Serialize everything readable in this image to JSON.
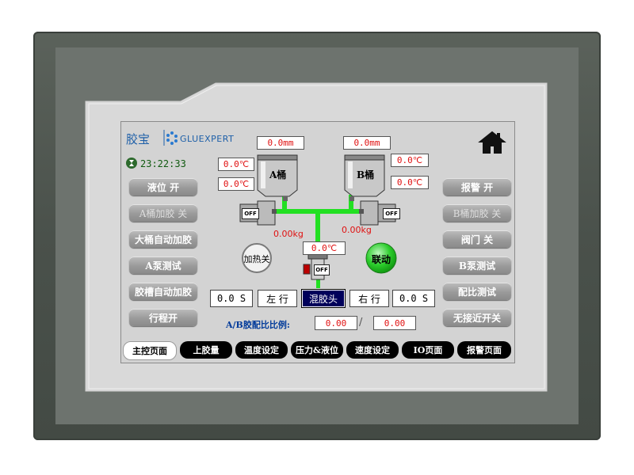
{
  "brand": {
    "name": "胶宝",
    "sub": "GLUEXPERT"
  },
  "clock": "23:22:33",
  "left_buttons": [
    {
      "label": "液位 开",
      "dim": false
    },
    {
      "label": "A桶加胶 关",
      "dim": true
    },
    {
      "label": "大桶自动加胶",
      "dim": false
    },
    {
      "label": "A泵测试",
      "dim": false
    },
    {
      "label": "胶槽自动加胶",
      "dim": false
    },
    {
      "label": "行程开",
      "dim": false
    }
  ],
  "right_buttons": [
    {
      "label": "报警 开",
      "dim": false
    },
    {
      "label": "B桶加胶 关",
      "dim": true
    },
    {
      "label": "阀门 关",
      "dim": false
    },
    {
      "label": "B泵测试",
      "dim": false
    },
    {
      "label": "配比测试",
      "dim": false
    },
    {
      "label": "无接近开关",
      "dim": false
    }
  ],
  "tank_a": {
    "label": "A桶",
    "level": "0.0mm",
    "temp1": "0.0℃",
    "temp2": "0.0℃",
    "weight": "0.00kg"
  },
  "tank_b": {
    "label": "B桶",
    "level": "0.0mm",
    "temp1": "0.0℃",
    "temp2": "0.0℃",
    "weight": "0.00kg"
  },
  "mixer": {
    "temp": "0.0℃",
    "off": "OFF"
  },
  "pump_off": "OFF",
  "heat_button": "加热关",
  "link_button": "联动",
  "left_time": "0.0 S",
  "left_move": "左 行",
  "mix_head": "混胶头",
  "right_move": "右 行",
  "right_time": "0.0 S",
  "ratio": {
    "label": "A/B胶配比比例:",
    "a": "0.00",
    "sep": "/",
    "b": "0.00"
  },
  "tabs": [
    {
      "label": "主控页面",
      "active": true
    },
    {
      "label": "上胶量",
      "active": false
    },
    {
      "label": "温度设定",
      "active": false
    },
    {
      "label": "压力&液位",
      "active": false
    },
    {
      "label": "速度设定",
      "active": false
    },
    {
      "label": "IO页面",
      "active": false
    },
    {
      "label": "报警页面",
      "active": false
    }
  ],
  "colors": {
    "pipe": "#22e022",
    "value_red": "#e01010",
    "brand_blue": "#1d5fa8"
  },
  "icons": [
    "home-icon",
    "hourglass-icon",
    "gluexpert-logo-icon"
  ]
}
